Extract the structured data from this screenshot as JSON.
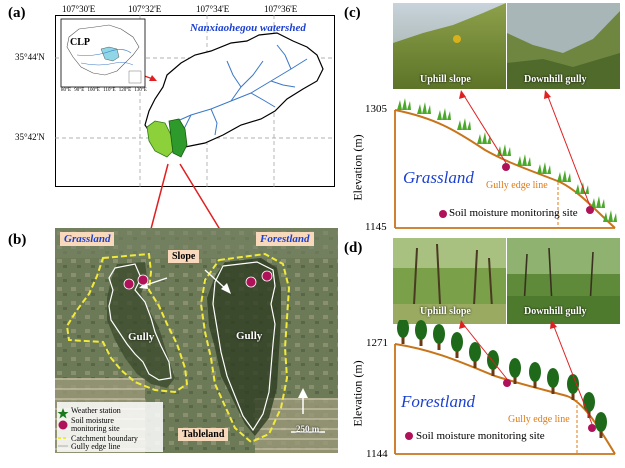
{
  "panels": {
    "a": {
      "label": "(a)",
      "lon_ticks": [
        "107°30'E",
        "107°32'E",
        "107°34'E",
        "107°36'E"
      ],
      "lat_ticks": [
        "35°44'N",
        "35°42'N"
      ],
      "watershed_name": "Nanxiaohegou watershed",
      "inset": {
        "label": "CLP",
        "lon_ticks": [
          "80°E",
          "90°E",
          "100°E",
          "110°E",
          "120°E",
          "130°E"
        ]
      }
    },
    "b": {
      "label": "(b)",
      "grassland": "Grassland",
      "forestland": "Forestland",
      "slope": "Slope",
      "gully_left": "Gully",
      "gully_right": "Gully",
      "tableland": "Tableland",
      "scale": "250 m",
      "legend": [
        "Weather station",
        "Soil moisture monitoring site",
        "Catchment boundary",
        "Gully edge line"
      ]
    },
    "c": {
      "label": "(c)",
      "photo_left": "Uphill slope",
      "photo_right": "Downhill gully",
      "ylabel": "Elevation (m)",
      "y_top": "1305",
      "y_bottom": "1145",
      "vegetation": "Grassland",
      "gully_edge": "Gully edge line",
      "legend": "Soil moisture monitoring site"
    },
    "d": {
      "label": "(d)",
      "photo_left": "Uphill slope",
      "photo_right": "Downhill gully",
      "ylabel": "Elevation (m)",
      "y_top": "1271",
      "y_bottom": "1144",
      "vegetation": "Forestland",
      "gully_edge": "Gully edge line",
      "legend": "Soil moisture monitoring site"
    }
  },
  "colors": {
    "site": "#b0125a",
    "terrain": "#c8741a",
    "gully_line": "#e07a10",
    "catchment": "#f2ea3a",
    "arrow": "#e02020",
    "river": "#3a78c8",
    "vegetation_text": "#1a3fd1"
  }
}
